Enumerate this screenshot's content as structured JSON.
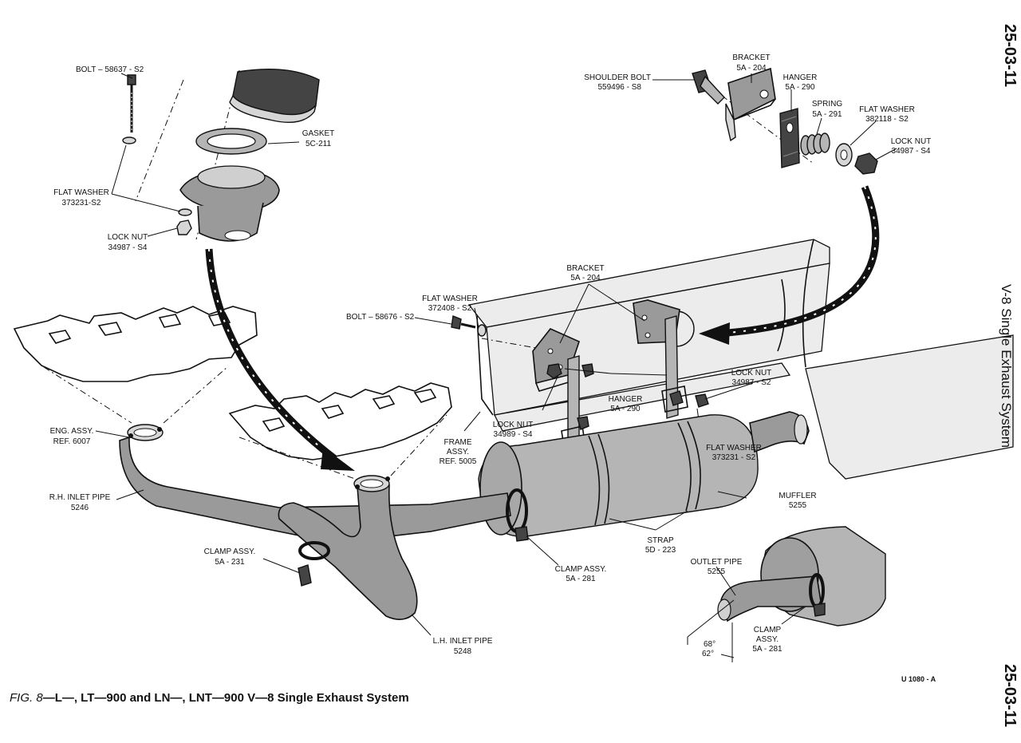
{
  "figure": {
    "caption_prefix": "FIG. 8",
    "caption_text": "—L—, LT—900 and LN—, LNT—900 V—8 Single Exhaust System",
    "ref_code": "U 1080 - A"
  },
  "page": {
    "number_top": "25-03-11",
    "number_bottom": "25-03-11",
    "side_title": "V-8 Single Exhaust System"
  },
  "labels": {
    "bolt_top": [
      "BOLT – 58637 - S2"
    ],
    "gasket": [
      "GASKET",
      "5C-211"
    ],
    "flat_washer_left": [
      "FLAT WASHER",
      "373231-S2"
    ],
    "lock_nut_left": [
      "LOCK NUT",
      "34987 - S4"
    ],
    "shoulder_bolt": [
      "SHOULDER BOLT",
      "559496 - S8"
    ],
    "bracket_top": [
      "BRACKET",
      "5A - 204"
    ],
    "hanger_top": [
      "HANGER",
      "5A - 290"
    ],
    "spring": [
      "SPRING",
      "5A - 291"
    ],
    "flat_washer_top": [
      "FLAT WASHER",
      "382118 - S2"
    ],
    "lock_nut_top": [
      "LOCK NUT",
      "34987 - S4"
    ],
    "bracket_mid": [
      "BRACKET",
      "5A - 204"
    ],
    "flat_washer_mid": [
      "FLAT WASHER",
      "372408 - S2"
    ],
    "bolt_mid": [
      "BOLT – 58676 - S2"
    ],
    "lock_nut_mid_right": [
      "LOCK NUT",
      "34987 - S2"
    ],
    "hanger_mid": [
      "HANGER",
      "5A - 290"
    ],
    "lock_nut_mid_left": [
      "LOCK NUT",
      "34989 - S4"
    ],
    "frame_assy": [
      "FRAME",
      "ASSY.",
      "REF. 5005"
    ],
    "eng_assy": [
      "ENG. ASSY.",
      "REF. 6007"
    ],
    "flat_washer_lower": [
      "FLAT WASHER",
      "373231 - S2"
    ],
    "rh_inlet": [
      "R.H. INLET PIPE",
      "5246"
    ],
    "muffler": [
      "MUFFLER",
      "5255"
    ],
    "strap": [
      "STRAP",
      "5D - 223"
    ],
    "clamp_left": [
      "CLAMP ASSY.",
      "5A - 231"
    ],
    "clamp_mid": [
      "CLAMP ASSY.",
      "5A - 281"
    ],
    "outlet_pipe": [
      "OUTLET PIPE",
      "5255"
    ],
    "clamp_right": [
      "CLAMP",
      "ASSY.",
      "5A - 281"
    ],
    "lh_inlet": [
      "L.H. INLET PIPE",
      "5248"
    ],
    "angle_68": [
      "68°"
    ],
    "angle_62": [
      "62°"
    ]
  }
}
